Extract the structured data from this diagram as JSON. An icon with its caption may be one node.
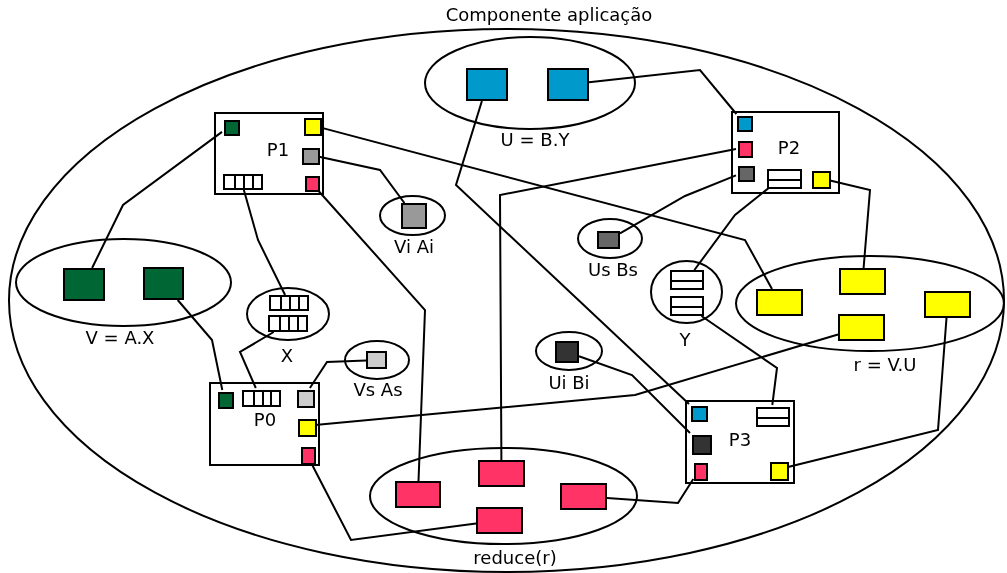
{
  "diagram": {
    "nodes": [
      {
        "text": [
          "Componente aplicação"
        ]
      },
      {
        "text": [
          "U = B.Y"
        ],
        "in": 0
      },
      {
        "text": [],
        "shape": "box",
        "in": 1
      },
      {
        "text": [],
        "shape": "box",
        "in": 1
      },
      {
        "text": [
          "P1"
        ],
        "in": 0
      },
      {
        "text": [],
        "shape": "box",
        "in": 4
      },
      {
        "text": [],
        "shape": "box",
        "in": 4
      },
      {
        "text": [],
        "shape": "box",
        "in": 4
      },
      {
        "text": [],
        "shape": "box",
        "in": 4
      },
      {
        "text": [],
        "shape": "box",
        "in": 4
      },
      {
        "text": [
          "P2"
        ],
        "in": 0
      },
      {
        "text": [],
        "shape": "box",
        "in": 10
      },
      {
        "text": [],
        "shape": "box",
        "in": 10
      },
      {
        "text": [],
        "shape": "box",
        "in": 10
      },
      {
        "text": [],
        "shape": "box",
        "in": 10
      },
      {
        "text": [],
        "shape": "box",
        "in": 10
      },
      {
        "text": [
          "Vi Ai"
        ],
        "in": 0
      },
      {
        "text": [],
        "shape": "box",
        "in": 16
      },
      {
        "text": [
          "Us Bs"
        ],
        "in": 0
      },
      {
        "text": [],
        "shape": "box",
        "in": 18
      },
      {
        "text": [
          "V = A.X"
        ],
        "in": 0
      },
      {
        "text": [],
        "shape": "box",
        "in": 20
      },
      {
        "text": [],
        "shape": "box",
        "in": 20
      },
      {
        "text": [
          "Y"
        ],
        "in": 0
      },
      {
        "text": [],
        "shape": "box",
        "in": 23
      },
      {
        "text": [],
        "shape": "box",
        "in": 23
      },
      {
        "text": [
          "r = V.U"
        ],
        "in": 0
      },
      {
        "text": [],
        "shape": "box",
        "in": 26
      },
      {
        "text": [],
        "shape": "box",
        "in": 26
      },
      {
        "text": [],
        "shape": "box",
        "in": 26
      },
      {
        "text": [],
        "shape": "box",
        "in": 26
      },
      {
        "text": [
          "X"
        ],
        "in": 0
      },
      {
        "text": [],
        "shape": "box",
        "in": 31
      },
      {
        "text": [],
        "shape": "box",
        "in": 31
      },
      {
        "text": [
          "Vs As"
        ],
        "in": 0
      },
      {
        "text": [],
        "shape": "box",
        "in": 34
      },
      {
        "text": [
          "Ui Bi"
        ],
        "in": 0
      },
      {
        "text": [],
        "shape": "box",
        "in": 36
      },
      {
        "text": [
          "P0"
        ],
        "in": 0
      },
      {
        "text": [],
        "shape": "box",
        "in": 38
      },
      {
        "text": [],
        "shape": "box",
        "in": 38
      },
      {
        "text": [],
        "shape": "box",
        "in": 38
      },
      {
        "text": [],
        "shape": "box",
        "in": 38
      },
      {
        "text": [],
        "shape": "box",
        "in": 38
      },
      {
        "text": [
          "P3"
        ],
        "in": 0
      },
      {
        "text": [],
        "shape": "box",
        "in": 44
      },
      {
        "text": [],
        "shape": "box",
        "in": 44
      },
      {
        "text": [],
        "shape": "box",
        "in": 44
      },
      {
        "text": [],
        "shape": "box",
        "in": 44
      },
      {
        "text": [],
        "shape": "box",
        "in": 44
      },
      {
        "text": [
          "reduce(r)"
        ],
        "in": 0
      },
      {
        "text": [],
        "shape": "box",
        "in": 50
      },
      {
        "text": [],
        "shape": "box",
        "in": 50
      },
      {
        "text": [],
        "shape": "box",
        "in": 50
      },
      {
        "text": [],
        "shape": "box",
        "in": 50
      }
    ],
    "edges": [
      {
        "from": 3,
        "to": 11,
        "arrow": "none"
      },
      {
        "from": 2,
        "to": 45,
        "arrow": "none"
      },
      {
        "from": 5,
        "to": 21,
        "arrow": "none"
      },
      {
        "from": 6,
        "to": 27,
        "arrow": "none"
      },
      {
        "from": 7,
        "to": 17,
        "arrow": "none"
      },
      {
        "from": 8,
        "to": 32,
        "arrow": "none"
      },
      {
        "from": 9,
        "to": 51,
        "arrow": "none"
      },
      {
        "from": 12,
        "to": 52,
        "arrow": "none"
      },
      {
        "from": 13,
        "to": 19,
        "arrow": "none"
      },
      {
        "from": 14,
        "to": 24,
        "arrow": "none"
      },
      {
        "from": 15,
        "to": 28,
        "arrow": "none"
      },
      {
        "from": 22,
        "to": 39,
        "arrow": "none"
      },
      {
        "from": 33,
        "to": 40,
        "arrow": "none"
      },
      {
        "from": 35,
        "to": 41,
        "arrow": "none"
      },
      {
        "from": 29,
        "to": 42,
        "arrow": "none"
      },
      {
        "from": 43,
        "to": 54,
        "arrow": "none"
      },
      {
        "from": 25,
        "to": 46,
        "arrow": "none"
      },
      {
        "from": 37,
        "to": 47,
        "arrow": "none"
      },
      {
        "from": 53,
        "to": 48,
        "arrow": "none"
      },
      {
        "from": 30,
        "to": 49,
        "arrow": "none"
      }
    ]
  }
}
